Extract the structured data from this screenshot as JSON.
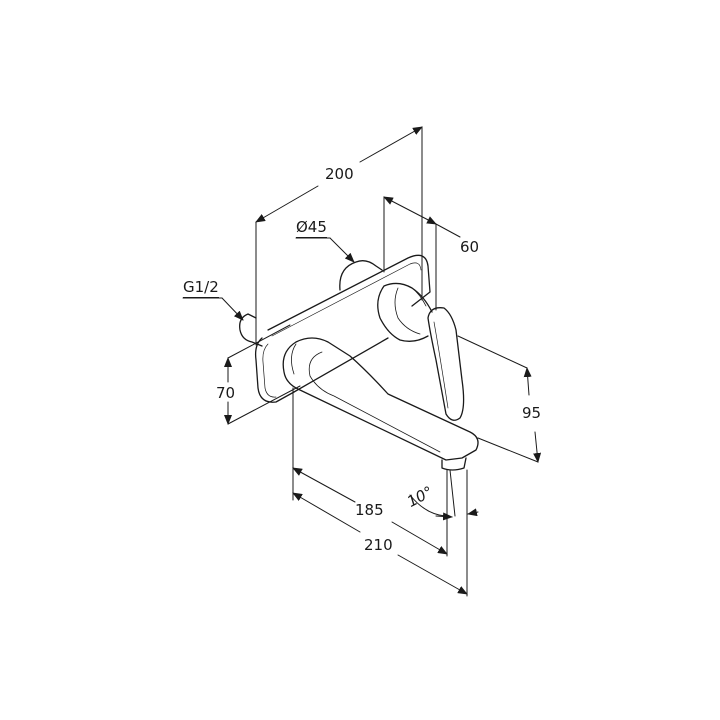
{
  "drawing": {
    "title": "Wall-mounted single-lever basin mixer dimension drawing",
    "units": "mm",
    "line_color": "#1a1a1a",
    "background": "#ffffff"
  },
  "dimensions": {
    "overall_depth": "200",
    "rosette_diameter": "Ø45",
    "handle_offset": "60",
    "connection_thread": "G1/2",
    "plate_height": "70",
    "spout_height": "95",
    "spout_reach": "185",
    "total_reach": "210",
    "spout_angle": "10°"
  }
}
